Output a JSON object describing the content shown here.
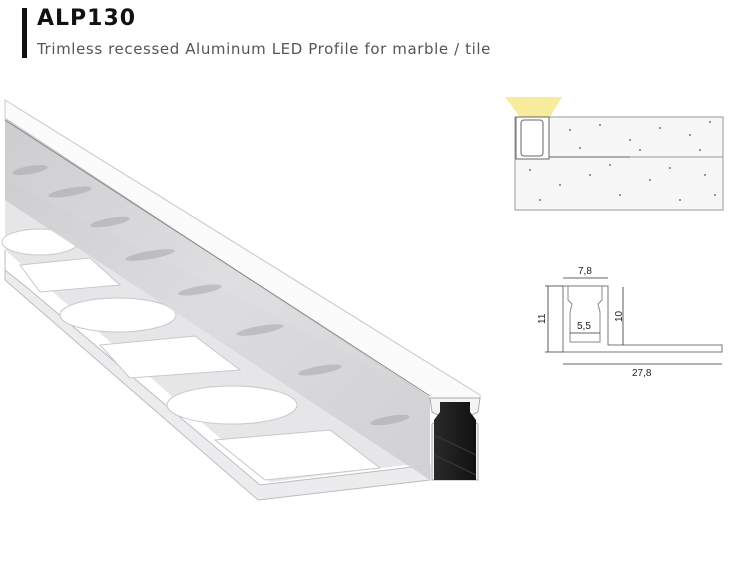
{
  "header": {
    "title": "ALP130",
    "subtitle": "Trimless recessed Aluminum LED Profile for marble / tile"
  },
  "profile_render": {
    "description": "3D render of aluminum tile-trim LED profile with perforated flange and black end cap",
    "colors": {
      "aluminum": "#d4d4d6",
      "diffuser": "#ffffff",
      "end_cap": "#1b1b1b",
      "light_glow": "#f5e98a"
    }
  },
  "installation_diagram": {
    "description": "Cross-section showing profile installed flush between marble/tile and concrete substrate with light beam"
  },
  "dimension_drawing": {
    "dimensions": {
      "inner_top_width": "7,8",
      "inner_bottom_width": "5,5",
      "total_height": "11",
      "inner_height": "10",
      "total_width": "27,8"
    }
  }
}
